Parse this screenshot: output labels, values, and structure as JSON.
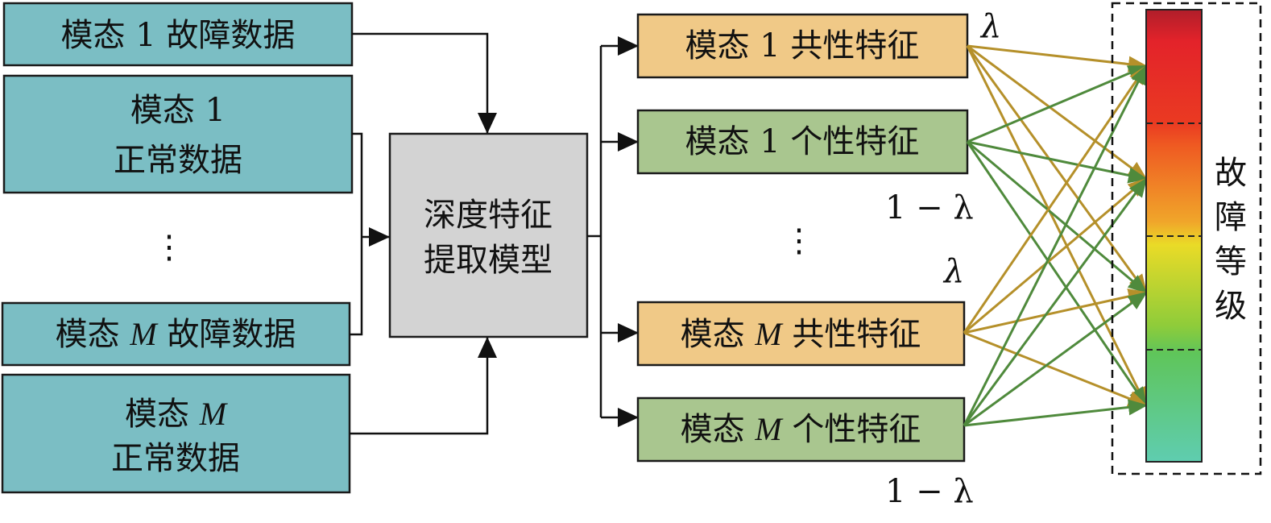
{
  "inputs": {
    "m1_fault": {
      "pre": "模态 ",
      "idx": "1",
      "post": " 故障数据"
    },
    "m1_normal": {
      "line1_pre": "模态 ",
      "line1_idx": "1",
      "line2": "正常数据"
    },
    "ellipsis": "⋮",
    "mM_fault": {
      "pre": "模态 ",
      "idx": "M",
      "post": " 故障数据"
    },
    "mM_normal": {
      "line1_pre": "模态 ",
      "line1_idx": "M",
      "line2": "正常数据"
    }
  },
  "model": {
    "line1": "深度特征",
    "line2": "提取模型"
  },
  "features": {
    "m1_common": {
      "pre": "模态 ",
      "idx": "1",
      "post": " 共性特征"
    },
    "m1_individual": {
      "pre": "模态 ",
      "idx": "1",
      "post": " 个性特征"
    },
    "ellipsis": "⋮",
    "mM_common": {
      "pre": "模态 ",
      "idx": "M",
      "post": " 共性特征"
    },
    "mM_individual": {
      "pre": "模态 ",
      "idx": "M",
      "post": " 个性特征"
    }
  },
  "weights": {
    "lambda_top": "λ",
    "one_minus_lambda_top": "1 − λ",
    "lambda_bottom": "λ",
    "one_minus_lambda_bottom": "1 − λ"
  },
  "fault_level": {
    "chars": [
      "故",
      "障",
      "等",
      "级"
    ]
  },
  "colors": {
    "input_fill": "#7bbec4",
    "model_fill": "#d3d3d3",
    "common_fill": "#f0c987",
    "individual_fill": "#a9c68f",
    "common_arrow": "#b5902a",
    "individual_arrow": "#4f8a3c"
  }
}
